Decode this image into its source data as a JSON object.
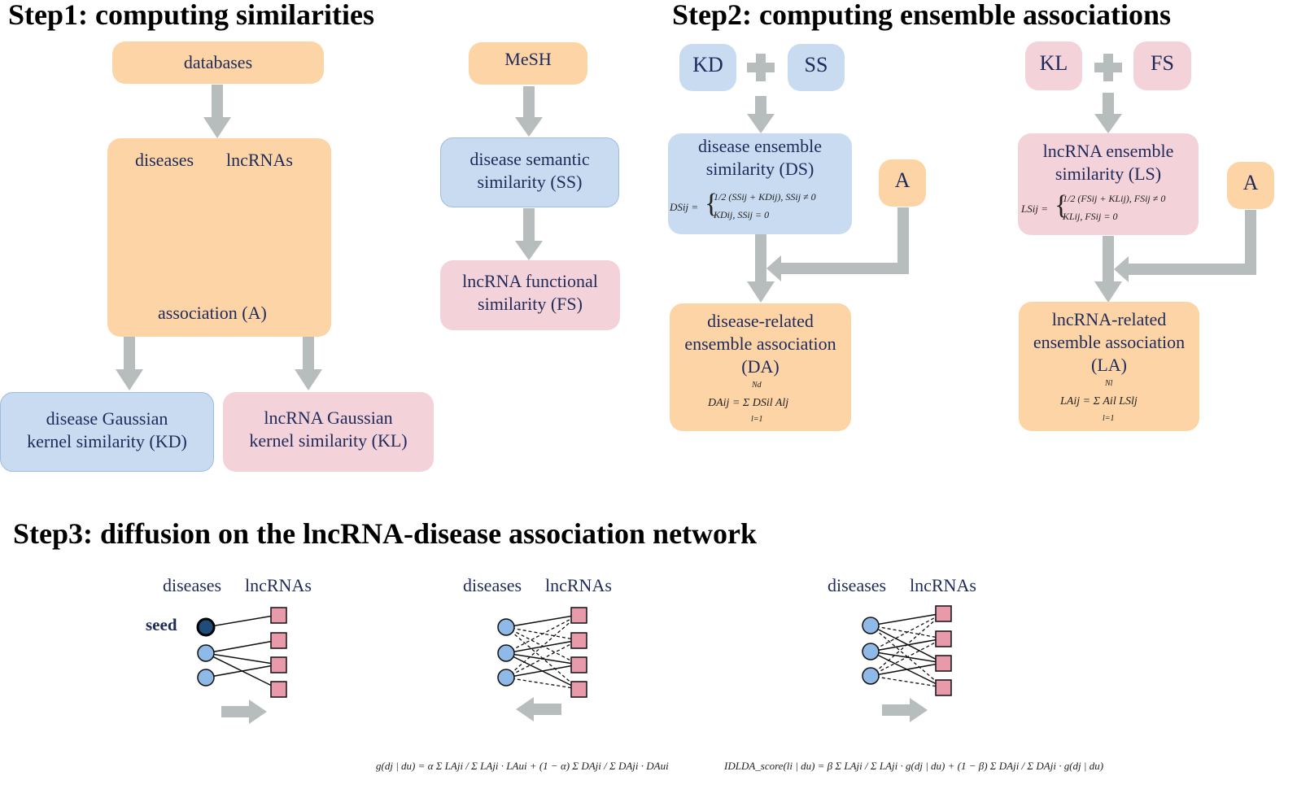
{
  "step1": {
    "title": "Step1: computing similarities",
    "databases": "databases",
    "mesh": "MeSH",
    "diseases": "diseases",
    "lncrnas": "lncRNAs",
    "association": "association (A)",
    "ss_line1": "disease semantic",
    "ss_line2": "similarity (SS)",
    "fs_line1": "lncRNA functional",
    "fs_line2": "similarity (FS)",
    "kd_line1": "disease Gaussian",
    "kd_line2": "kernel similarity (KD)",
    "kl_line1": "lncRNA Gaussian",
    "kl_line2": "kernel similarity (KL)"
  },
  "step2": {
    "title": "Step2: computing ensemble associations",
    "kd": "KD",
    "ss": "SS",
    "kl": "KL",
    "fs": "FS",
    "a": "A",
    "ds_line1": "disease ensemble",
    "ds_line2": "similarity (DS)",
    "ds_formula_lhs": "DSij =",
    "ds_formula_row1": "1/2 (SSij + KDij), SSij ≠ 0",
    "ds_formula_row2": "KDij,                  SSij = 0",
    "ls_line1": "lncRNA ensemble",
    "ls_line2": "similarity (LS)",
    "ls_formula_lhs": "LSij =",
    "ls_formula_row1": "1/2 (FSij + KLij), FSij ≠ 0",
    "ls_formula_row2": "KLij,                  FSij = 0",
    "da_line1": "disease-related",
    "da_line2": "ensemble association",
    "da_line3": "(DA)",
    "da_formula": "DAij = Σ DSil Alj",
    "da_sum_top": "Nd",
    "da_sum_bottom": "l=1",
    "la_line1": "lncRNA-related",
    "la_line2": "ensemble association",
    "la_line3": "(LA)",
    "la_formula": "LAij = Σ Ail LSlj",
    "la_sum_top": "Nl",
    "la_sum_bottom": "l=1"
  },
  "step3": {
    "title": "Step3: diffusion on the lncRNA-disease association network",
    "diseases": "diseases",
    "lncrnas": "lncRNAs",
    "seed": "seed",
    "formula_g": "g(dj | du) = α Σ LAji / Σ LAji · LAui + (1 − α) Σ DAji / Σ DAji · DAui",
    "formula_score": "IDLDA_score(li | du) = β Σ LAji / Σ LAji · g(dj | du) + (1 − β) Σ DAji / Σ DAji · g(dj | du)"
  },
  "colors": {
    "orange": "#fdd4a6",
    "blue": "#c9dbf0",
    "pink": "#f4d2da",
    "arrow": "#b7bcbc",
    "node_circle": "#8fb9e6",
    "node_square": "#e89aab",
    "text": "#1e2a5a"
  }
}
